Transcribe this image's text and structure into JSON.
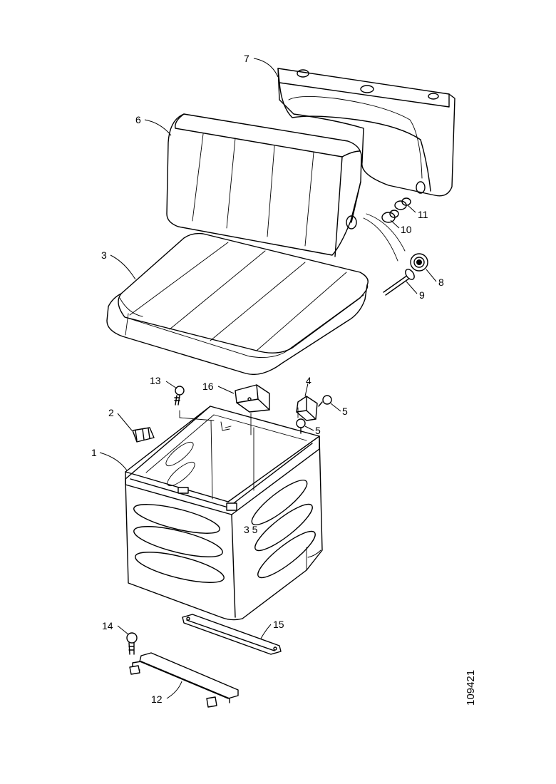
{
  "diagram": {
    "part_labels": {
      "p1": "1",
      "p2": "2",
      "p3": "3",
      "p4": "4",
      "p5a": "5",
      "p5b": "5",
      "p6": "6",
      "p7": "7",
      "p8": "8",
      "p9": "9",
      "p10": "10",
      "p11": "11",
      "p12": "12",
      "p13": "13",
      "p14": "14",
      "p15": "15",
      "p16": "16"
    },
    "drawing_code": "109421",
    "parts": [
      "backrest-shell",
      "backrest-cushion",
      "seat-cushion",
      "seat-box",
      "latch",
      "hinge-bracket",
      "screws",
      "knob",
      "pivot-pin",
      "mounting-rails"
    ]
  }
}
